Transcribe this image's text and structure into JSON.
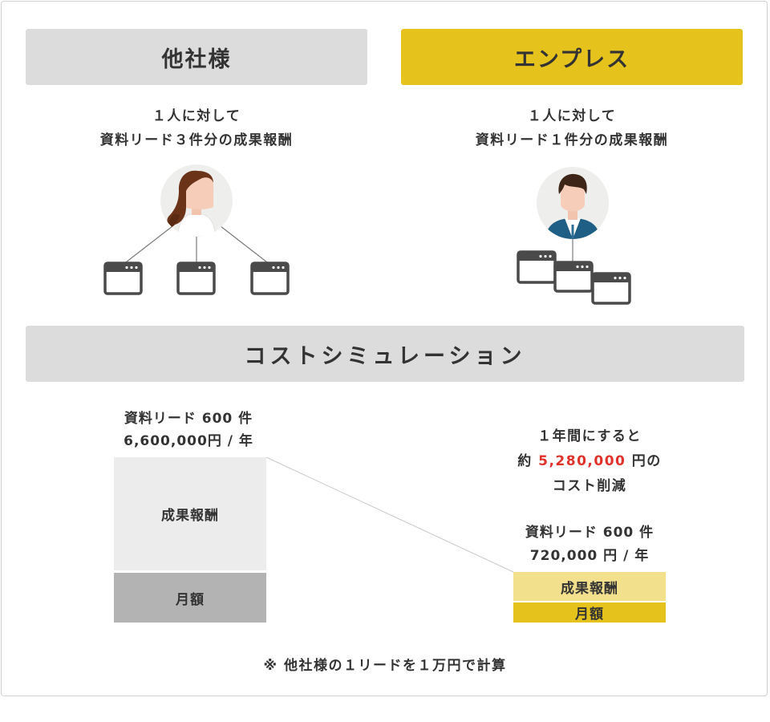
{
  "colors": {
    "accent_yellow": "#e5c21c",
    "light_yellow": "#f3e08c",
    "gray_banner": "#dcdcdc",
    "bar_light": "#ececec",
    "bar_dark": "#b3b3b3",
    "highlight_red": "#e0322b"
  },
  "left_panel": {
    "title": "他社様",
    "caption_line1": "１人に対して",
    "caption_line2": "資料リード３件分の成果報酬",
    "icon": "woman-avatar-icon"
  },
  "right_panel": {
    "title": "エンプレス",
    "caption_line1": "１人に対して",
    "caption_line2": "資料リード１件分の成果報酬",
    "icon": "man-avatar-icon"
  },
  "simulation": {
    "title": "コストシミュレーション",
    "left": {
      "leads": "資料リード 600 件",
      "cost": "6,600,000円 / 年",
      "bar_top": "成果報酬",
      "bar_bottom": "月額"
    },
    "right": {
      "summary_line1": "１年間にすると",
      "summary_prefix": "約",
      "summary_amount": "5,280,000",
      "summary_suffix": "円の",
      "summary_line3": "コスト削減",
      "leads": "資料リード 600 件",
      "cost": "720,000 円 / 年",
      "bar_top": "成果報酬",
      "bar_bottom": "月額"
    }
  },
  "footnote": "※ 他社様の１リードを１万円で計算"
}
